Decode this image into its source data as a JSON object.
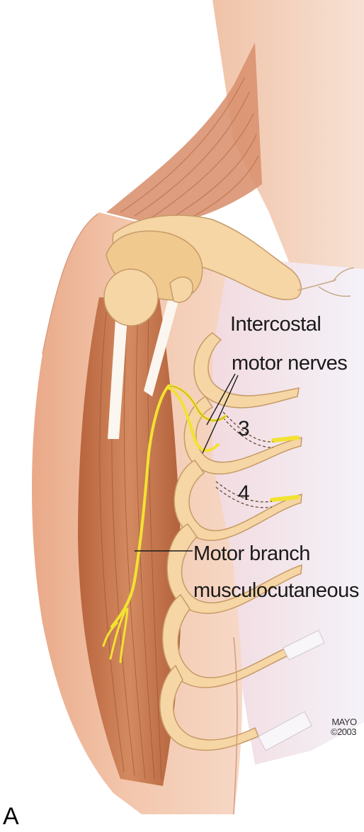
{
  "labels": {
    "intercostal_line1": "Intercostal",
    "intercostal_line2": "motor nerves",
    "rib_3": "3",
    "rib_4": "4",
    "motor_line1": "Motor branch",
    "motor_line2": "musculocutaneous n.",
    "credit_line1": "MAYO",
    "credit_line2": "©2003",
    "panel": "A"
  },
  "colors": {
    "skin": "#f2c2a6",
    "skin_light": "#f8dccb",
    "muscle": "#c8744a",
    "muscle_dark": "#a95a35",
    "bone": "#f5d6a4",
    "nerve": "#f2e232",
    "background": "#ffffff",
    "chest_wall": "#ebe6f0"
  }
}
